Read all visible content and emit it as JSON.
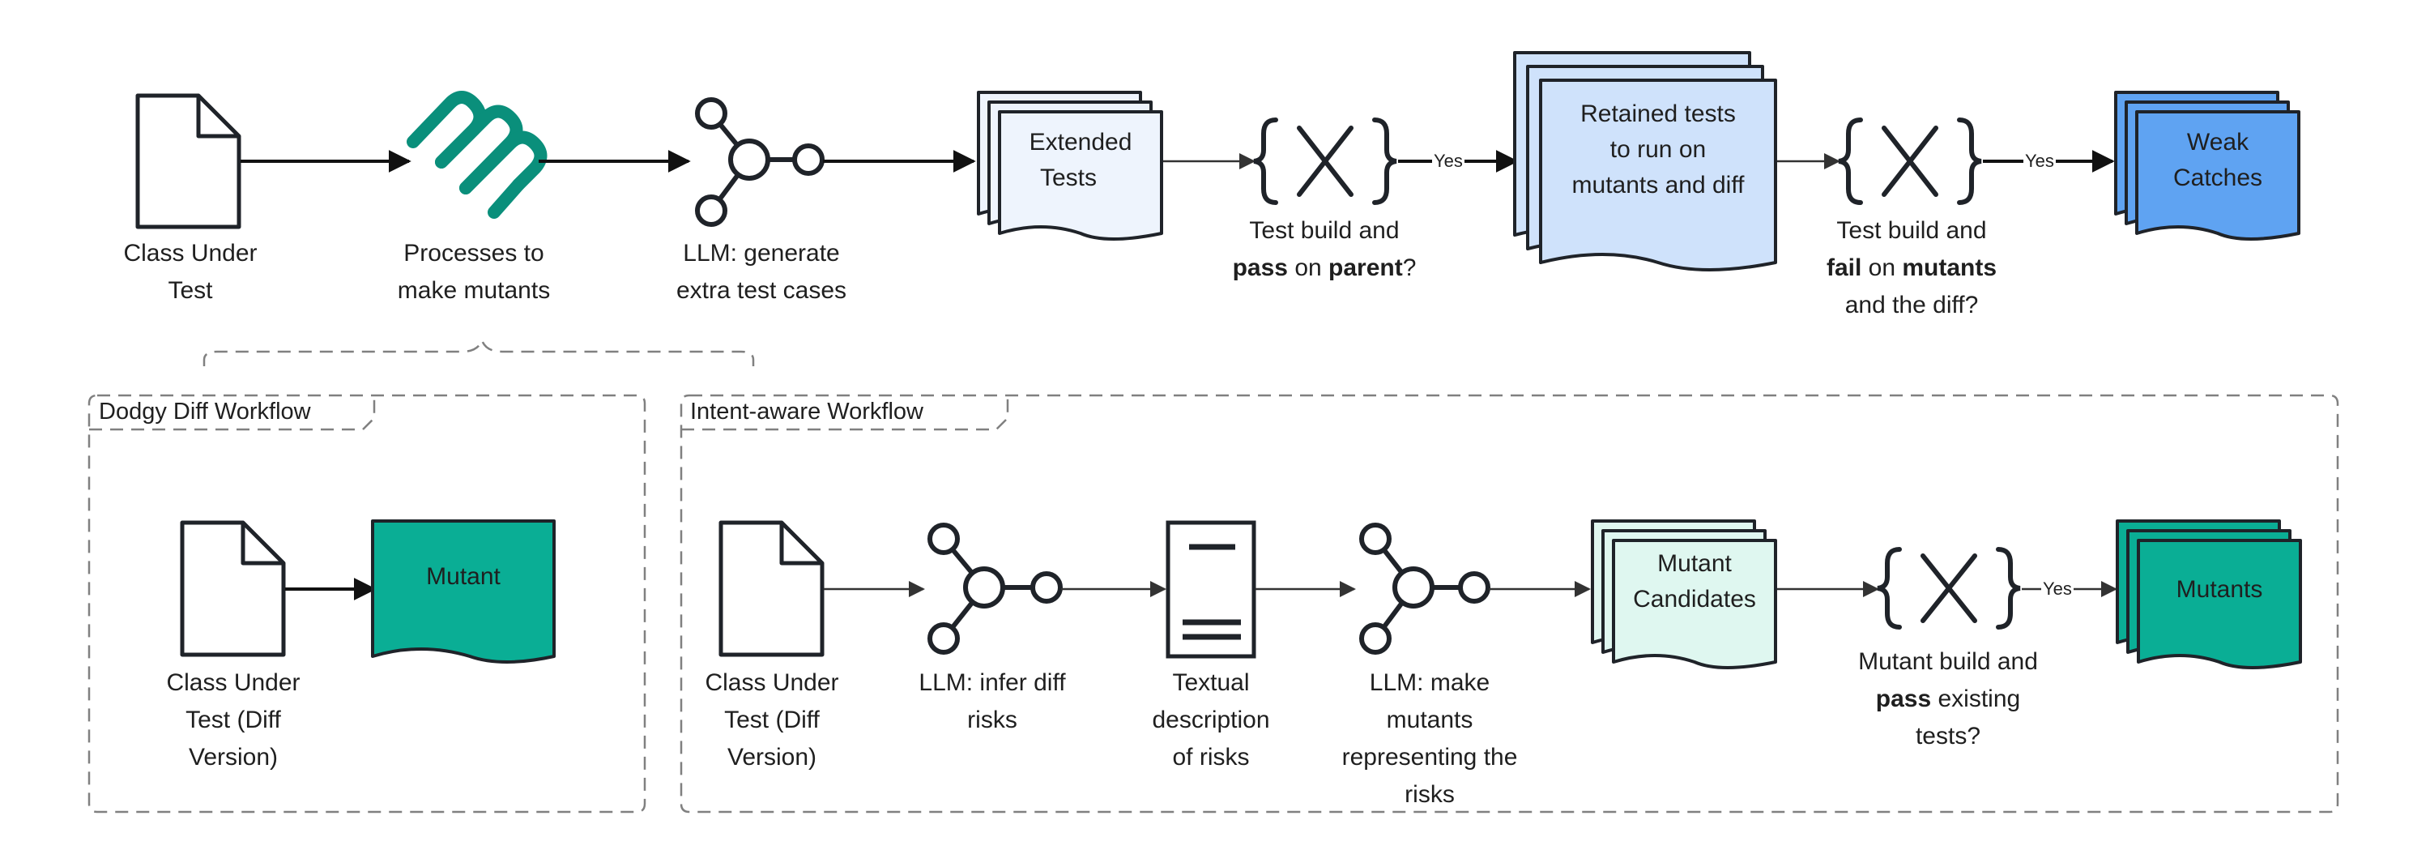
{
  "colors": {
    "stroke": "#1f2329",
    "mutant_green": "#0aae95",
    "icon_green": "#0a8f7b",
    "extended_fill": "#eef4fd",
    "retained_fill": "#cfe2fb",
    "weak_fill": "#5fa3f2",
    "candidates_fill": "#dff7f0",
    "dash": "#808080"
  },
  "top": {
    "class_under_test": [
      "Class Under",
      "Test"
    ],
    "processes": [
      "Processes to",
      "make mutants"
    ],
    "llm_generate": [
      "LLM: generate",
      "extra test cases"
    ],
    "extended_tests": [
      "Extended",
      "Tests"
    ],
    "check1": {
      "line1": "Test build and",
      "bold_a": "pass",
      "mid": " on ",
      "bold_b": "parent",
      "end": "?"
    },
    "yes1": "Yes",
    "retained": [
      "Retained tests",
      "to run on",
      "mutants and diff"
    ],
    "check2": {
      "line1": "Test build and",
      "bold_a": "fail",
      "mid": " on ",
      "bold_b": "mutants",
      "line3": "and the diff?"
    },
    "yes2": "Yes",
    "weak": [
      "Weak",
      "Catches"
    ]
  },
  "dodgy": {
    "title": "Dodgy Diff Workflow",
    "class_under_test": [
      "Class Under",
      "Test (Diff",
      "Version)"
    ],
    "mutant": "Mutant"
  },
  "intent": {
    "title": "Intent-aware Workflow",
    "class_under_test": [
      "Class Under",
      "Test (Diff",
      "Version)"
    ],
    "llm_infer": [
      "LLM: infer diff",
      "risks"
    ],
    "textual": [
      "Textual",
      "description",
      "of risks"
    ],
    "llm_make": [
      "LLM: make",
      "mutants",
      "representing the",
      "risks"
    ],
    "candidates": [
      "Mutant",
      "Candidates"
    ],
    "check": {
      "line1": "Mutant build and",
      "bold_a": "pass",
      "rest": " existing",
      "line3": "tests?"
    },
    "yes": "Yes",
    "mutants": "Mutants"
  }
}
